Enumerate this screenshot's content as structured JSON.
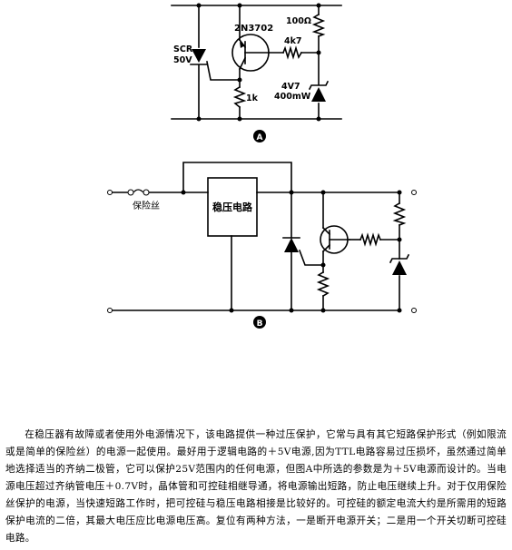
{
  "diagram_a": {
    "labels": {
      "transistor": "2N3702",
      "scr_line1": "SCR",
      "scr_line2": "50V",
      "r_top": "100Ω",
      "r_base": "4k7",
      "r_gate": "1k",
      "zener_line1": "4V7",
      "zener_line2": "400mW"
    },
    "marker": "A"
  },
  "diagram_b": {
    "labels": {
      "fuse": "保险丝",
      "regulator": "稳压电路"
    },
    "marker": "B"
  },
  "caption": "在稳压器有故障或者使用外电源情况下，该电路提供一种过压保护，它常与具有其它短路保护形式（例如限流或是简单的保险丝）的电源一起使用。最好用于逻辑电路的＋5V电源,因为TTL电路容易过压损坏，虽然通过简单地选择适当的齐纳二极管，它可以保护25V范围内的任何电源，但图A中所选的参数是为＋5V电源而设计的。当电源电压超过齐纳管电压＋0.7V时，晶体管和可控硅相继导通，将电源输出短路，防止电压继续上升。对于仅用保险丝保护的电源，当快速短路工作时，把可控硅与稳压电路相接是比较好的。可控硅的额定电流大约是所需用的短路保护电流的二倍，其最大电压应比电源电压高。复位有两种方法，一是断开电源开关；二是用一个开关切断可控硅电路。"
}
